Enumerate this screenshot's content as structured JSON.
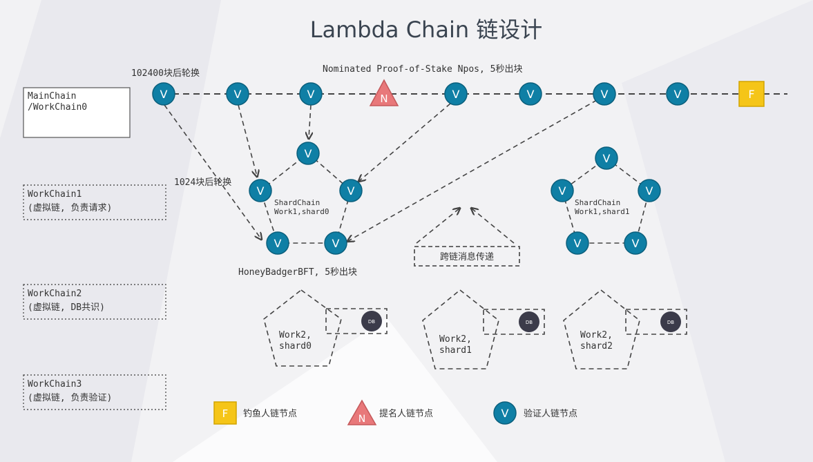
{
  "title": "Lambda Chain 链设计",
  "annotations": {
    "rotation_main": "102400块后轮换",
    "consensus_main": "Nominated Proof-of-Stake Npos, 5秒出块",
    "rotation_shard": "1024块后轮换",
    "consensus_shard": "HoneyBadgerBFT, 5秒出块",
    "cross_chain": "跨链消息传递"
  },
  "chains": [
    {
      "line1": "MainChain",
      "line2": "/WorkChain0"
    },
    {
      "line1": "WorkChain1",
      "line2": "(虚拟链, 负责请求)"
    },
    {
      "line1": "WorkChain2",
      "line2": "(虚拟链, DB共识)"
    },
    {
      "line1": "WorkChain3",
      "line2": "(虚拟链, 负责验证)"
    }
  ],
  "node_letters": {
    "validator": "V",
    "nominator": "N",
    "fisherman": "F"
  },
  "shardchains": [
    {
      "line1": "ShardChain",
      "line2": "Work1,shard0"
    },
    {
      "line1": "ShardChain",
      "line2": "Work1,shard1"
    }
  ],
  "db_shards": [
    {
      "line1": "Work2,",
      "line2": "shard0"
    },
    {
      "line1": "Work2,",
      "line2": "shard1"
    },
    {
      "line1": "Work2,",
      "line2": "shard2"
    }
  ],
  "db_label": "DB",
  "legend": {
    "fisherman": "钓鱼人链节点",
    "nominator": "提名人链节点",
    "validator": "验证人链节点"
  },
  "colors": {
    "validator": "#0f7fa5",
    "nominator": "#e8787a",
    "fisherman": "#f5c518",
    "db": "#3b3b4a"
  }
}
